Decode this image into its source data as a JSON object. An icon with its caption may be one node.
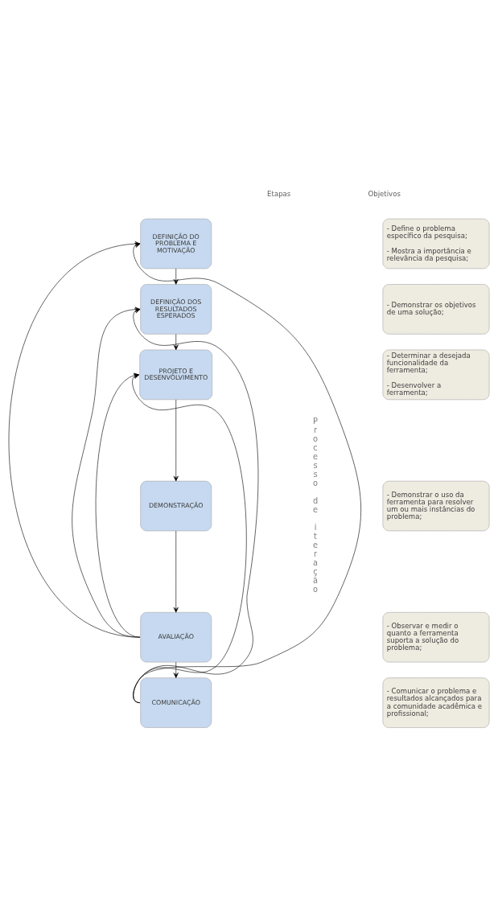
{
  "diagram": {
    "nodes": [
      {
        "text": [
          "DEFINIÇÃO DO PROBLEMA E MOTIVAÇÃO"
        ]
      },
      {
        "text": [
          "- Define o problema específico da pesquisa;",
          "- Mostra a importância e relevância da pesquisa;"
        ]
      },
      {
        "text": [
          "DEFINIÇÃO DOS RESULTADOS ESPERADOS"
        ]
      },
      {
        "text": [
          "- Demonstrar os objetivos de uma solução;"
        ]
      },
      {
        "text": [
          "PROJETO E DESENVOLVIMENTO"
        ]
      },
      {
        "text": [
          "- Determinar a desejada funcionalidade da ferramenta;",
          "- Desenvolver a ferramenta;"
        ]
      },
      {
        "text": [
          "DEMONSTRAÇÃO"
        ]
      },
      {
        "text": [
          "- Demonstrar o uso da ferramenta para resolver um ou mais instâncias do problema;"
        ]
      },
      {
        "text": [
          "AVALIAÇÃO"
        ]
      },
      {
        "text": [
          "- Observar e medir o quanto a ferramenta suporta a solução do problema;"
        ]
      },
      {
        "text": [
          "COMUNICAÇÃO"
        ]
      },
      {
        "text": [
          "- Comunicar o problema e resultados alcançados para a comunidade acadêmica e profissional;"
        ]
      }
    ],
    "edges": [
      {
        "from": 0,
        "to": 2,
        "arrow": "to"
      },
      {
        "from": 2,
        "to": 4,
        "arrow": "to"
      },
      {
        "from": 4,
        "to": 6,
        "arrow": "to"
      },
      {
        "from": 6,
        "to": 8,
        "arrow": "to"
      },
      {
        "from": 8,
        "to": 10,
        "arrow": "to"
      },
      {
        "from": 10,
        "to": 0,
        "arrow": "to"
      },
      {
        "from": 10,
        "to": 2,
        "arrow": "to"
      },
      {
        "from": 10,
        "to": 4,
        "arrow": "to"
      },
      {
        "from": 8,
        "to": 0,
        "arrow": "to"
      },
      {
        "from": 8,
        "to": 2,
        "arrow": "to"
      },
      {
        "from": 8,
        "to": 4,
        "arrow": "to"
      }
    ],
    "labels": [
      "Etapas",
      "Objetivos",
      "Processo de iteração"
    ]
  }
}
